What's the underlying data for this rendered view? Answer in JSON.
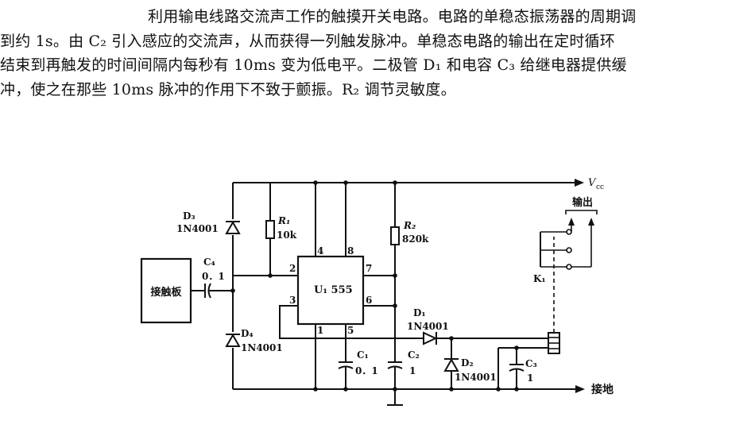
{
  "description": {
    "line1": "利用输电线路交流声工作的触摸开关电路。电路的单稳态振荡器的周期调",
    "line2": "到约 1s。由 C₂ 引入感应的交流声，从而获得一列触发脉冲。单稳态电路的输出在定时循环",
    "line3": "结束到再触发的时间间隔内每秒有 10ms 变为低电平。二极管 D₁ 和电容 C₃ 给继电器提供缓",
    "line4": "冲，使之在那些 10ms 脉冲的作用下不致于颤振。R₂ 调节灵敏度。"
  },
  "schematic": {
    "vcc": "V",
    "vcc_sub": "cc",
    "touch_plate": "接触板",
    "output": "输出",
    "ground": "接地",
    "ic": {
      "label": "U₁ 555",
      "pins": [
        "4",
        "8",
        "2",
        "7",
        "3",
        "6",
        "1",
        "5"
      ]
    },
    "components": {
      "D3": {
        "name": "D₃",
        "part": "1N4001"
      },
      "R1": {
        "name": "R₁",
        "value": "10k"
      },
      "R2": {
        "name": "R₂",
        "value": "820k"
      },
      "C4": {
        "name": "C₄",
        "value": "0．1"
      },
      "D4": {
        "name": "D₄",
        "part": "1N4001"
      },
      "C1": {
        "name": "C₁",
        "value": "0．1"
      },
      "C2": {
        "name": "C₂",
        "value": "1"
      },
      "D1": {
        "name": "D₁",
        "part": "1N4001"
      },
      "D2": {
        "name": "D₂",
        "part": "1N4001"
      },
      "C3": {
        "name": "C₃",
        "value": "1"
      },
      "K1": {
        "name": "K₁"
      }
    }
  }
}
